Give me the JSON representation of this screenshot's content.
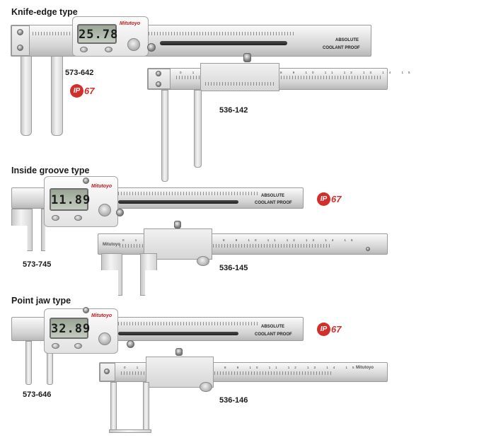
{
  "sections": [
    {
      "heading": "Knife-edge type",
      "digital_model": "573-642",
      "vernier_model": "536-142",
      "display_value": "25.78",
      "ip_rating": {
        "letters": "IP",
        "number": "67"
      }
    },
    {
      "heading": "Inside groove type",
      "digital_model": "573-745",
      "vernier_model": "536-145",
      "display_value": "11.89",
      "ip_rating": {
        "letters": "IP",
        "number": "67"
      }
    },
    {
      "heading": "Point jaw type",
      "digital_model": "573-646",
      "vernier_model": "536-146",
      "display_value": "32.89",
      "ip_rating": {
        "letters": "IP",
        "number": "67"
      }
    }
  ],
  "branding": {
    "maker": "Mitutoyo",
    "absolute": "ABSOLUTE",
    "coolant_proof": "COOLANT PROOF"
  }
}
